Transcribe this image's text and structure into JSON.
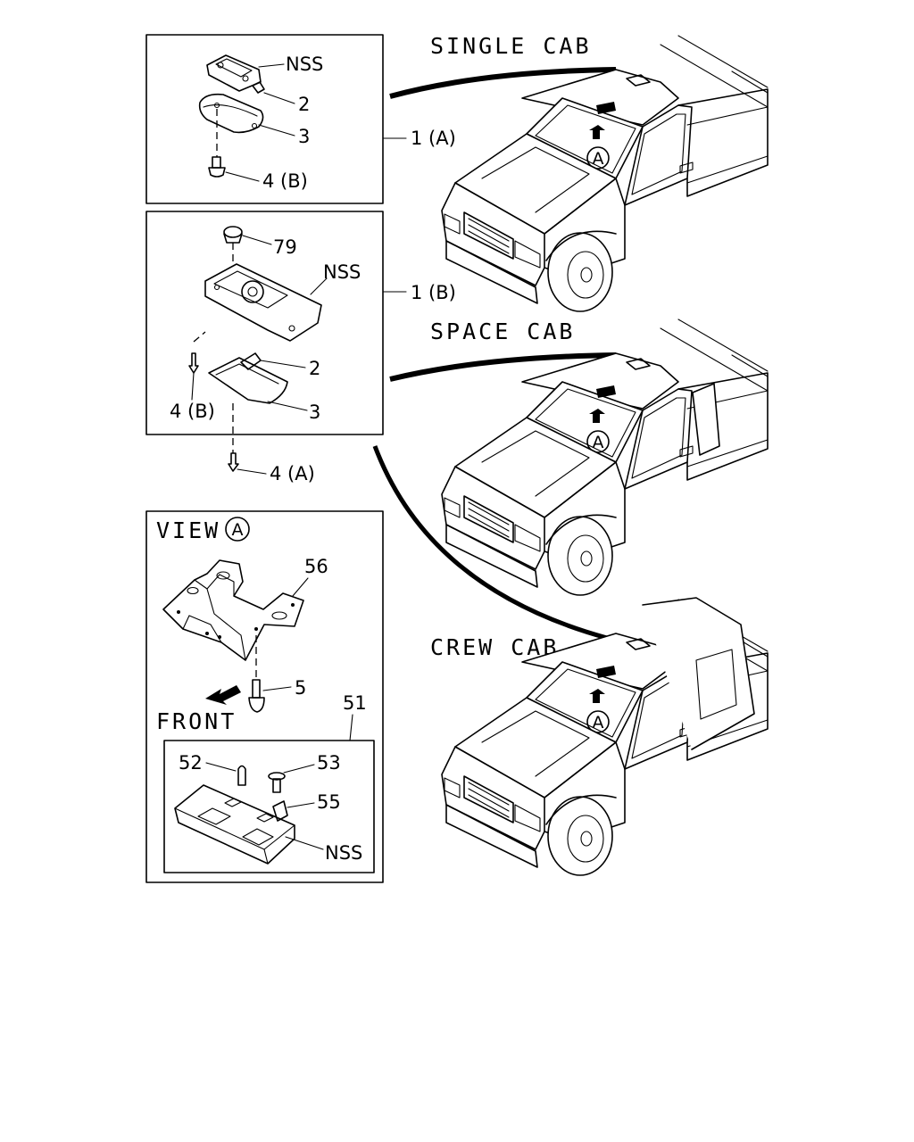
{
  "titles": {
    "single": "SINGLE CAB",
    "space": "SPACE CAB",
    "crew": "CREW CAB"
  },
  "view": {
    "label": "VIEW",
    "marker": "A"
  },
  "front_label": "FRONT",
  "box1": {
    "nss": "NSS",
    "p2": "2",
    "p3": "3",
    "p4": "4 (B)",
    "ref": "1 (A)"
  },
  "box2": {
    "p79": "79",
    "nss": "NSS",
    "p2": "2",
    "p3": "3",
    "p4b": "4 (B)",
    "ref": "1 (B)",
    "p4a": "4 (A)"
  },
  "box3": {
    "p56": "56",
    "p5": "5",
    "p51": "51"
  },
  "box4": {
    "p52": "52",
    "p53": "53",
    "p55": "55",
    "nss": "NSS"
  },
  "trucks": {
    "marker": "A"
  }
}
